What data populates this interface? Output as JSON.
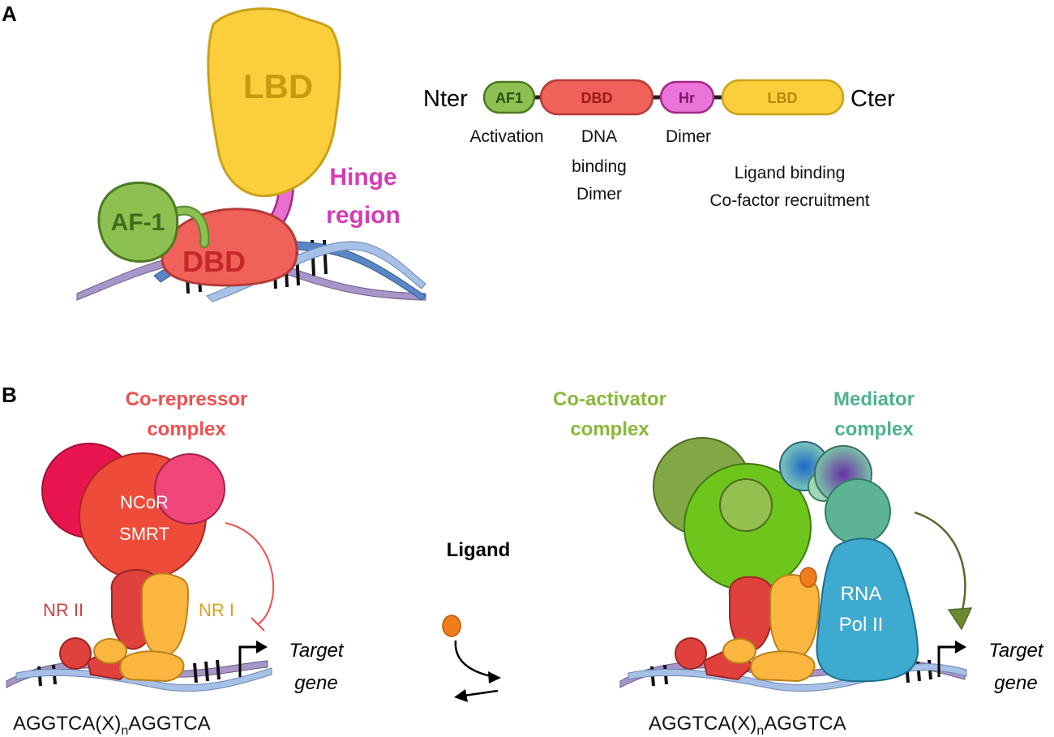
{
  "panel_a": {
    "letter": "A",
    "blob_lbd": "LBD",
    "blob_af1": "AF-1",
    "blob_dbd": "DBD",
    "hinge_line1": "Hinge",
    "hinge_line2": "region",
    "domain_bar": {
      "n_term": "Nter",
      "c_term": "Cter",
      "domains": [
        "AF1",
        "DBD",
        "Hr",
        "LBD"
      ]
    },
    "functions": {
      "af1": "Activation",
      "dbd_line1": "DNA",
      "dbd_line2": "binding",
      "dbd_line3": "Dimer",
      "hr": "Dimer",
      "lbd_line1": "Ligand binding",
      "lbd_line2": "Co-factor recruitment"
    }
  },
  "panel_b": {
    "letter": "B",
    "corepressor_line1": "Co-repressor",
    "corepressor_line2": "complex",
    "ncor_line1": "NCoR",
    "ncor_line2": "SMRT",
    "nr2": "NR II",
    "nr1": "NR I",
    "coactivator_line1": "Co-activator",
    "coactivator_line2": "complex",
    "mediator_line1": "Mediator",
    "mediator_line2": "complex",
    "rna_line1": "RNA",
    "rna_line2": "Pol II",
    "ligand": "Ligand",
    "target_line1": "Target",
    "target_line2": "gene",
    "sequence_prefix": "AGGTCA(X)",
    "sequence_sub": "n",
    "sequence_suffix": "AGGTCA"
  },
  "colors": {
    "lbd_yellow": "#fbcf3b",
    "dbd_red": "#f0615a",
    "af1_green": "#8cc152",
    "hinge_magenta": "#d63ab0",
    "hinge_text": "#d43cb6",
    "corepressor_red": "#ee4b4b",
    "coactivator_green": "#8ab83a",
    "mediator_teal": "#4db38e",
    "rna_blue": "#3eaacf",
    "nr2_red": "#d04040",
    "nr1_gold": "#d8a41c"
  }
}
